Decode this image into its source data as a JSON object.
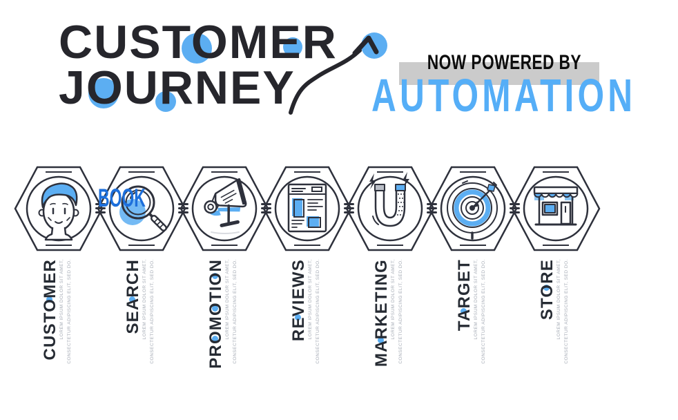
{
  "logo": {
    "line1": "CUSTOMER",
    "line2": "JOURNEY"
  },
  "banner": {
    "kicker": "NOW POWERED BY",
    "headline": "AUTOMATION"
  },
  "overlay": {
    "book": "BOOK"
  },
  "stages": [
    {
      "label": "CUSTOMER",
      "icon": "customer-icon",
      "desc1": "LOREM IPSUM DOLOR SIT AMET,",
      "desc2": "CONSECTETUR ADIPISCING ELIT, SED DO."
    },
    {
      "label": "SEARCH",
      "icon": "search-icon",
      "desc1": "LOREM IPSUM DOLOR SIT AMET,",
      "desc2": "CONSECTETUR ADIPISCING ELIT, SED DO."
    },
    {
      "label": "PROMOTION",
      "icon": "promotion-icon",
      "desc1": "LOREM IPSUM DOLOR SIT AMET,",
      "desc2": "CONSECTETUR ADIPISCING ELIT, SED DO."
    },
    {
      "label": "REVIEWS",
      "icon": "reviews-icon",
      "desc1": "LOREM IPSUM DOLOR SIT AMET,",
      "desc2": "CONSECTETUR ADIPISCING ELIT, SED DO."
    },
    {
      "label": "MARKETING",
      "icon": "marketing-icon",
      "desc1": "LOREM IPSUM DOLOR SIT AMET,",
      "desc2": "CONSECTETUR ADIPISCING ELIT, SED DO."
    },
    {
      "label": "TARGET",
      "icon": "target-icon",
      "desc1": "LOREM IPSUM DOLOR SIT AMET,",
      "desc2": "CONSECTETUR ADIPISCING ELIT, SED DO."
    },
    {
      "label": "STORE",
      "icon": "store-icon",
      "desc1": "LOREM IPSUM DOLOR SIT AMET,",
      "desc2": "CONSECTETUR ADIPISCING ELIT, SED DO."
    }
  ],
  "colors": {
    "ink": "#26262c",
    "icon_stroke": "#2e313c",
    "accent_blue": "#5caef2",
    "headline_blue": "#55aef7",
    "book_blue": "#1d6fdb",
    "kicker_bg": "#cbcbcb",
    "label_gray": "#a5abb5"
  }
}
